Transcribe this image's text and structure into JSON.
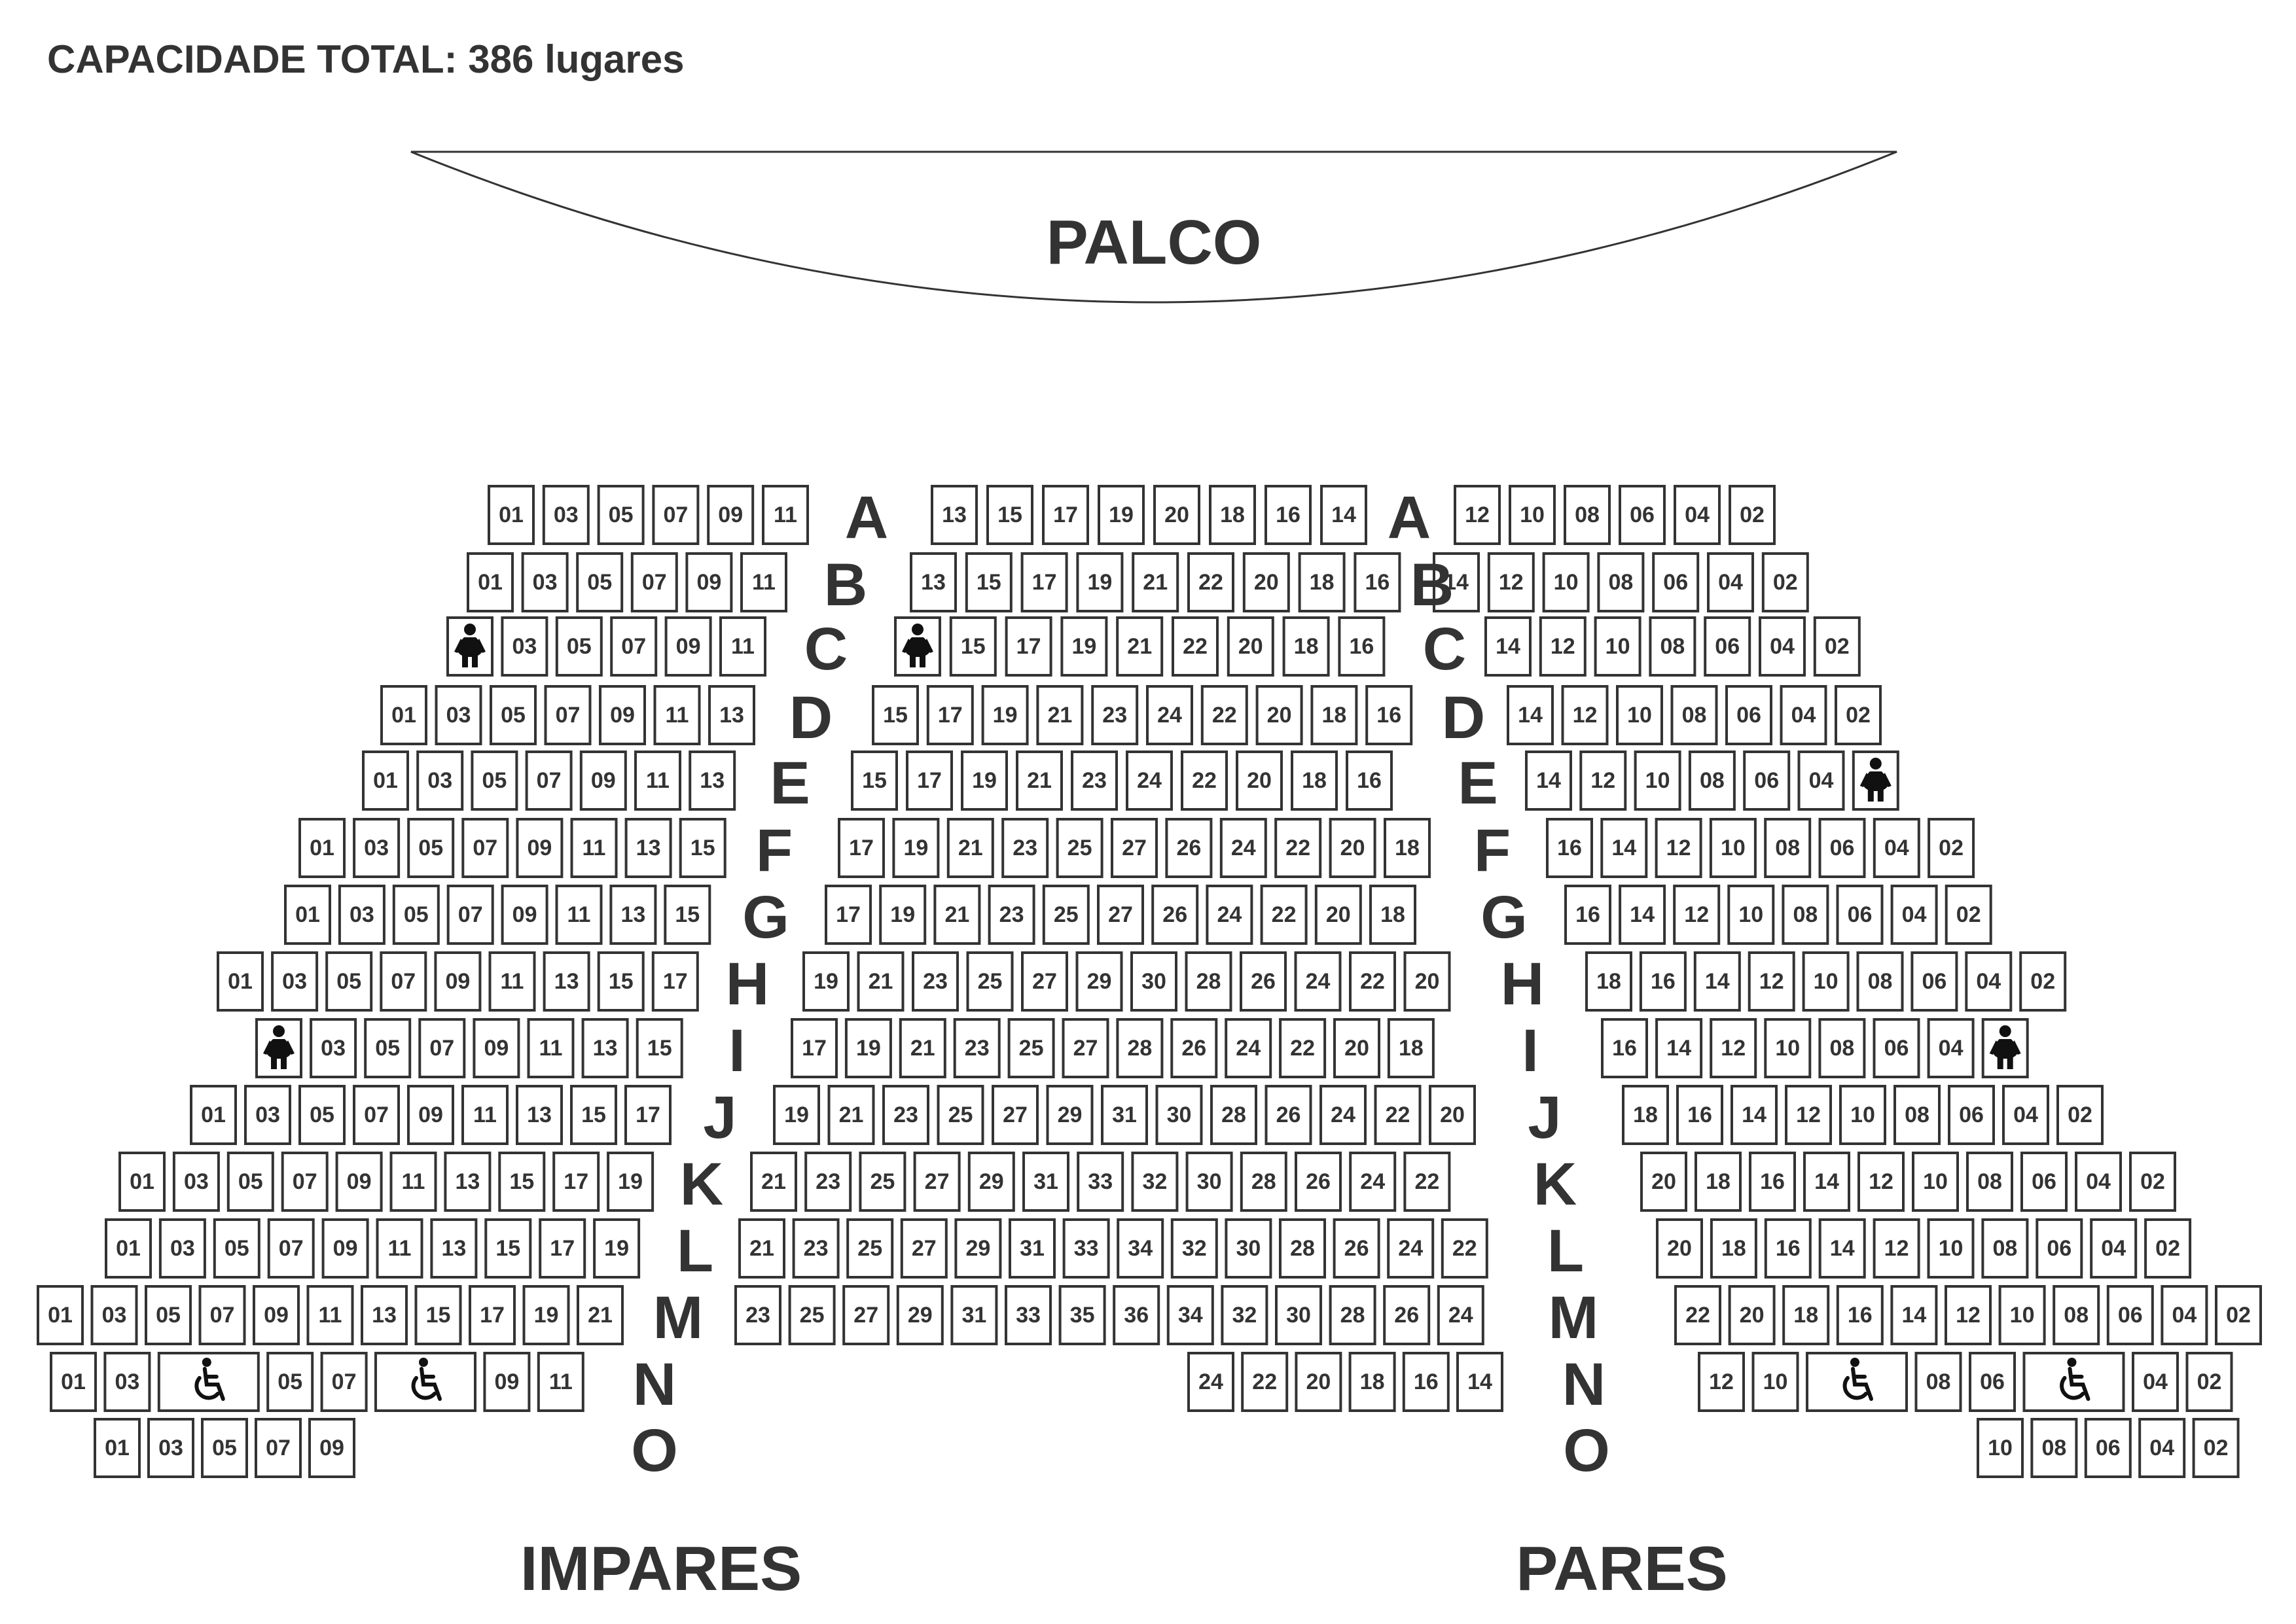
{
  "capacity": {
    "title": "CAPACIDADE TOTAL: 386 lugares"
  },
  "stage": {
    "label": "PALCO"
  },
  "sides": {
    "odd_label": "IMPARES",
    "even_label": "PARES"
  },
  "icons": {
    "accessible": "wheelchair-icon",
    "obese": "obese-person-icon"
  },
  "colors": {
    "ink": "#333333",
    "icon": "#111111",
    "background": "#ffffff"
  },
  "rows": [
    {
      "letter": "A",
      "left": [
        "01",
        "03",
        "05",
        "07",
        "09",
        "11"
      ],
      "center": [
        "13",
        "15",
        "17",
        "19",
        "20",
        "18",
        "16",
        "14"
      ],
      "right": [
        "12",
        "10",
        "08",
        "06",
        "04",
        "02"
      ]
    },
    {
      "letter": "B",
      "left": [
        "01",
        "03",
        "05",
        "07",
        "09",
        "11"
      ],
      "center": [
        "13",
        "15",
        "17",
        "19",
        "21",
        "22",
        "20",
        "18",
        "16"
      ],
      "right": [
        "14",
        "12",
        "10",
        "08",
        "06",
        "04",
        "02"
      ]
    },
    {
      "letter": "C",
      "left": [
        "[obese]",
        "03",
        "05",
        "07",
        "09",
        "11"
      ],
      "center": [
        "[obese]",
        "15",
        "17",
        "19",
        "21",
        "22",
        "20",
        "18",
        "16"
      ],
      "right": [
        "14",
        "12",
        "10",
        "08",
        "06",
        "04",
        "02"
      ]
    },
    {
      "letter": "D",
      "left": [
        "01",
        "03",
        "05",
        "07",
        "09",
        "11",
        "13"
      ],
      "center": [
        "15",
        "17",
        "19",
        "21",
        "23",
        "24",
        "22",
        "20",
        "18",
        "16"
      ],
      "right": [
        "14",
        "12",
        "10",
        "08",
        "06",
        "04",
        "02"
      ]
    },
    {
      "letter": "E",
      "left": [
        "01",
        "03",
        "05",
        "07",
        "09",
        "11",
        "13"
      ],
      "center": [
        "15",
        "17",
        "19",
        "21",
        "23",
        "24",
        "22",
        "20",
        "18",
        "16"
      ],
      "right": [
        "14",
        "12",
        "10",
        "08",
        "06",
        "04",
        "[obese]"
      ]
    },
    {
      "letter": "F",
      "left": [
        "01",
        "03",
        "05",
        "07",
        "09",
        "11",
        "13",
        "15"
      ],
      "center": [
        "17",
        "19",
        "21",
        "23",
        "25",
        "27",
        "26",
        "24",
        "22",
        "20",
        "18"
      ],
      "right": [
        "16",
        "14",
        "12",
        "10",
        "08",
        "06",
        "04",
        "02"
      ]
    },
    {
      "letter": "G",
      "left": [
        "01",
        "03",
        "05",
        "07",
        "09",
        "11",
        "13",
        "15"
      ],
      "center": [
        "17",
        "19",
        "21",
        "23",
        "25",
        "27",
        "26",
        "24",
        "22",
        "20",
        "18"
      ],
      "right": [
        "16",
        "14",
        "12",
        "10",
        "08",
        "06",
        "04",
        "02"
      ]
    },
    {
      "letter": "H",
      "left": [
        "01",
        "03",
        "05",
        "07",
        "09",
        "11",
        "13",
        "15",
        "17"
      ],
      "center": [
        "19",
        "21",
        "23",
        "25",
        "27",
        "29",
        "30",
        "28",
        "26",
        "24",
        "22",
        "20"
      ],
      "right": [
        "18",
        "16",
        "14",
        "12",
        "10",
        "08",
        "06",
        "04",
        "02"
      ]
    },
    {
      "letter": "I",
      "left": [
        "[obese]",
        "03",
        "05",
        "07",
        "09",
        "11",
        "13",
        "15"
      ],
      "center": [
        "17",
        "19",
        "21",
        "23",
        "25",
        "27",
        "28",
        "26",
        "24",
        "22",
        "20",
        "18"
      ],
      "right": [
        "16",
        "14",
        "12",
        "10",
        "08",
        "06",
        "04",
        "[obese]"
      ]
    },
    {
      "letter": "J",
      "left": [
        "01",
        "03",
        "05",
        "07",
        "09",
        "11",
        "13",
        "15",
        "17"
      ],
      "center": [
        "19",
        "21",
        "23",
        "25",
        "27",
        "29",
        "31",
        "30",
        "28",
        "26",
        "24",
        "22",
        "20"
      ],
      "right": [
        "18",
        "16",
        "14",
        "12",
        "10",
        "08",
        "06",
        "04",
        "02"
      ]
    },
    {
      "letter": "K",
      "left": [
        "01",
        "03",
        "05",
        "07",
        "09",
        "11",
        "13",
        "15",
        "17",
        "19"
      ],
      "center": [
        "21",
        "23",
        "25",
        "27",
        "29",
        "31",
        "33",
        "32",
        "30",
        "28",
        "26",
        "24",
        "22"
      ],
      "right": [
        "20",
        "18",
        "16",
        "14",
        "12",
        "10",
        "08",
        "06",
        "04",
        "02"
      ]
    },
    {
      "letter": "L",
      "left": [
        "01",
        "03",
        "05",
        "07",
        "09",
        "11",
        "13",
        "15",
        "17",
        "19"
      ],
      "center": [
        "21",
        "23",
        "25",
        "27",
        "29",
        "31",
        "33",
        "34",
        "32",
        "30",
        "28",
        "26",
        "24",
        "22"
      ],
      "right": [
        "20",
        "18",
        "16",
        "14",
        "12",
        "10",
        "08",
        "06",
        "04",
        "02"
      ]
    },
    {
      "letter": "M",
      "left": [
        "01",
        "03",
        "05",
        "07",
        "09",
        "11",
        "13",
        "15",
        "17",
        "19",
        "21"
      ],
      "center": [
        "23",
        "25",
        "27",
        "29",
        "31",
        "33",
        "35",
        "36",
        "34",
        "32",
        "30",
        "28",
        "26",
        "24"
      ],
      "right": [
        "22",
        "20",
        "18",
        "16",
        "14",
        "12",
        "10",
        "08",
        "06",
        "04",
        "02"
      ]
    },
    {
      "letter": "N",
      "left": [
        "01",
        "03",
        "[wheelchair]",
        "05",
        "07",
        "[wheelchair]",
        "09",
        "11"
      ],
      "center": [
        "24",
        "22",
        "20",
        "18",
        "16",
        "14"
      ],
      "right": [
        "12",
        "10",
        "[wheelchair]",
        "08",
        "06",
        "[wheelchair]",
        "04",
        "02"
      ]
    },
    {
      "letter": "O",
      "left": [
        "01",
        "03",
        "05",
        "07",
        "09"
      ],
      "center": [],
      "right": [
        "10",
        "08",
        "06",
        "04",
        "02"
      ]
    }
  ]
}
